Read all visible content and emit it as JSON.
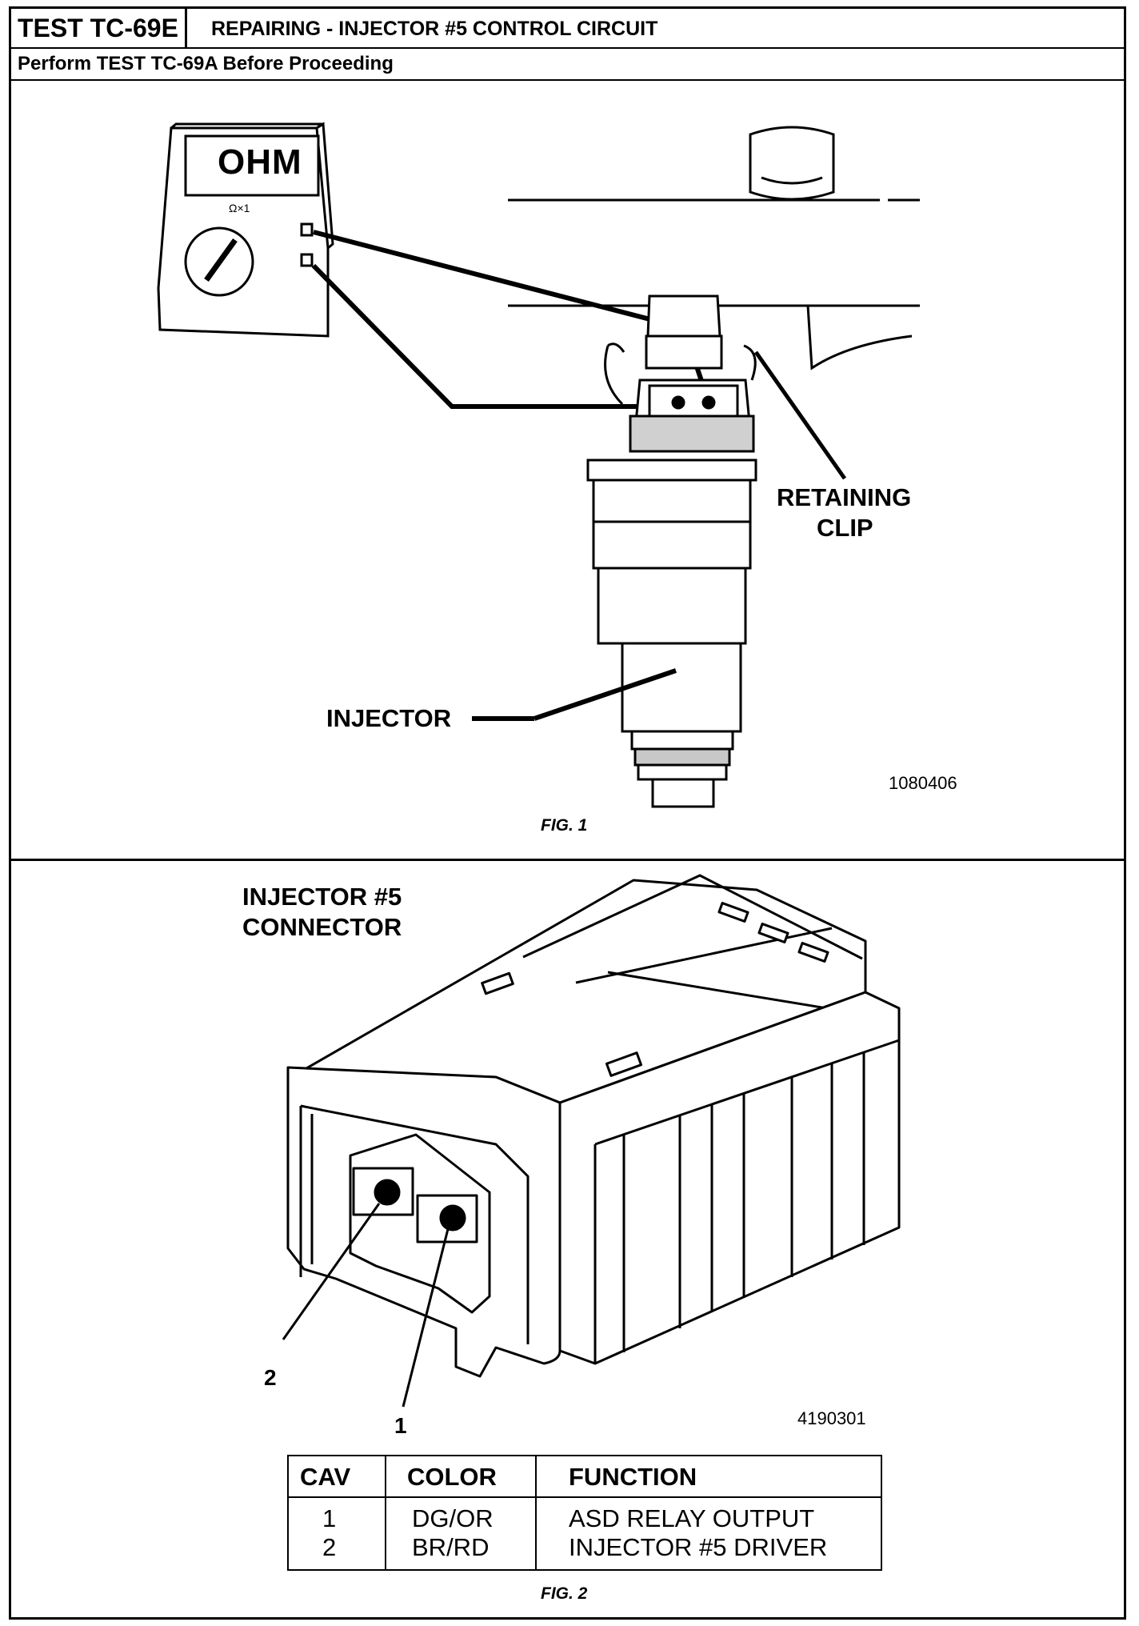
{
  "header": {
    "test_id": "TEST TC-69E",
    "title": "REPAIRING - INJECTOR #5 CONTROL CIRCUIT",
    "prerequisite": "Perform TEST TC-69A Before Proceeding"
  },
  "fig1": {
    "meter_display": "OHM",
    "meter_range": "Ω×1",
    "label_retaining_clip_1": "RETAINING",
    "label_retaining_clip_2": "CLIP",
    "label_injector": "INJECTOR",
    "image_code": "1080406",
    "caption": "FIG. 1"
  },
  "fig2": {
    "title_line1": "INJECTOR #5",
    "title_line2": "CONNECTOR",
    "pin_label_1": "1",
    "pin_label_2": "2",
    "image_code": "4190301",
    "caption": "FIG. 2",
    "table": {
      "headers": [
        "CAV",
        "COLOR",
        "FUNCTION"
      ],
      "rows": [
        {
          "cav": "1",
          "color": "DG/OR",
          "function": "ASD RELAY OUTPUT"
        },
        {
          "cav": "2",
          "color": "BR/RD",
          "function": "INJECTOR #5 DRIVER"
        }
      ]
    }
  }
}
